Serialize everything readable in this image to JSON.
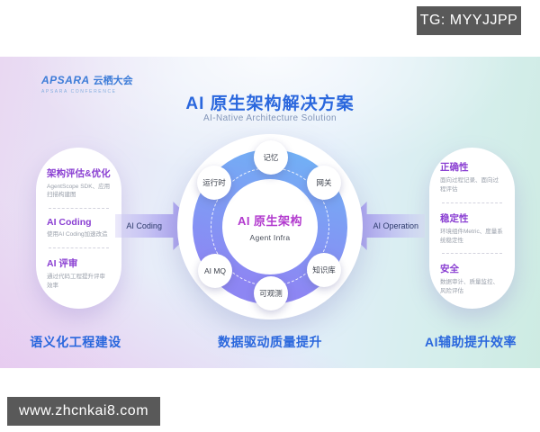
{
  "watermark_top": "TG: MYYJJPP",
  "watermark_bottom": "www.zhcnkai8.com",
  "logo": {
    "brand": "APSARA",
    "brand_cn": "云栖大会",
    "sub": "APSARA CONFERENCE"
  },
  "header": {
    "title": "AI 原生架构解决方案",
    "subtitle": "AI-Native Architecture Solution"
  },
  "left_card": {
    "items": [
      {
        "title": "架构评估&优化",
        "desc": "AgentScope SDK、应用扫描构建图"
      },
      {
        "title": "AI Coding",
        "desc": "使用AI Coding加速改造"
      },
      {
        "title": "AI 评审",
        "desc": "通过代码工程提升评审效率"
      }
    ]
  },
  "right_card": {
    "items": [
      {
        "title": "正确性",
        "desc": "面向过程记录、面向过程评估"
      },
      {
        "title": "稳定性",
        "desc": "环境组件Metric、度量系统稳定性"
      },
      {
        "title": "安全",
        "desc": "数据审计、质量监控、风险评估"
      }
    ]
  },
  "center": {
    "title": "AI 原生架构",
    "subtitle": "Agent Infra",
    "nodes": [
      "记忆",
      "运行时",
      "网关",
      "AI MQ",
      "知识库",
      "可观测"
    ]
  },
  "arrows": {
    "left_label": "AI Coding",
    "right_label": "AI Operation"
  },
  "footers": {
    "left": "语义化工程建设",
    "center": "数据驱动质量提升",
    "right": "AI辅助提升效率"
  },
  "colors": {
    "title_blue": "#2a67dd",
    "heading_purple": "#8a3fd2",
    "center_magenta": "#b23ace",
    "ring_blue": "#70b2f5",
    "ring_purple": "#8d86f3",
    "arrow_purple": "#a8a0ef",
    "watermark_bg": "#595959"
  }
}
